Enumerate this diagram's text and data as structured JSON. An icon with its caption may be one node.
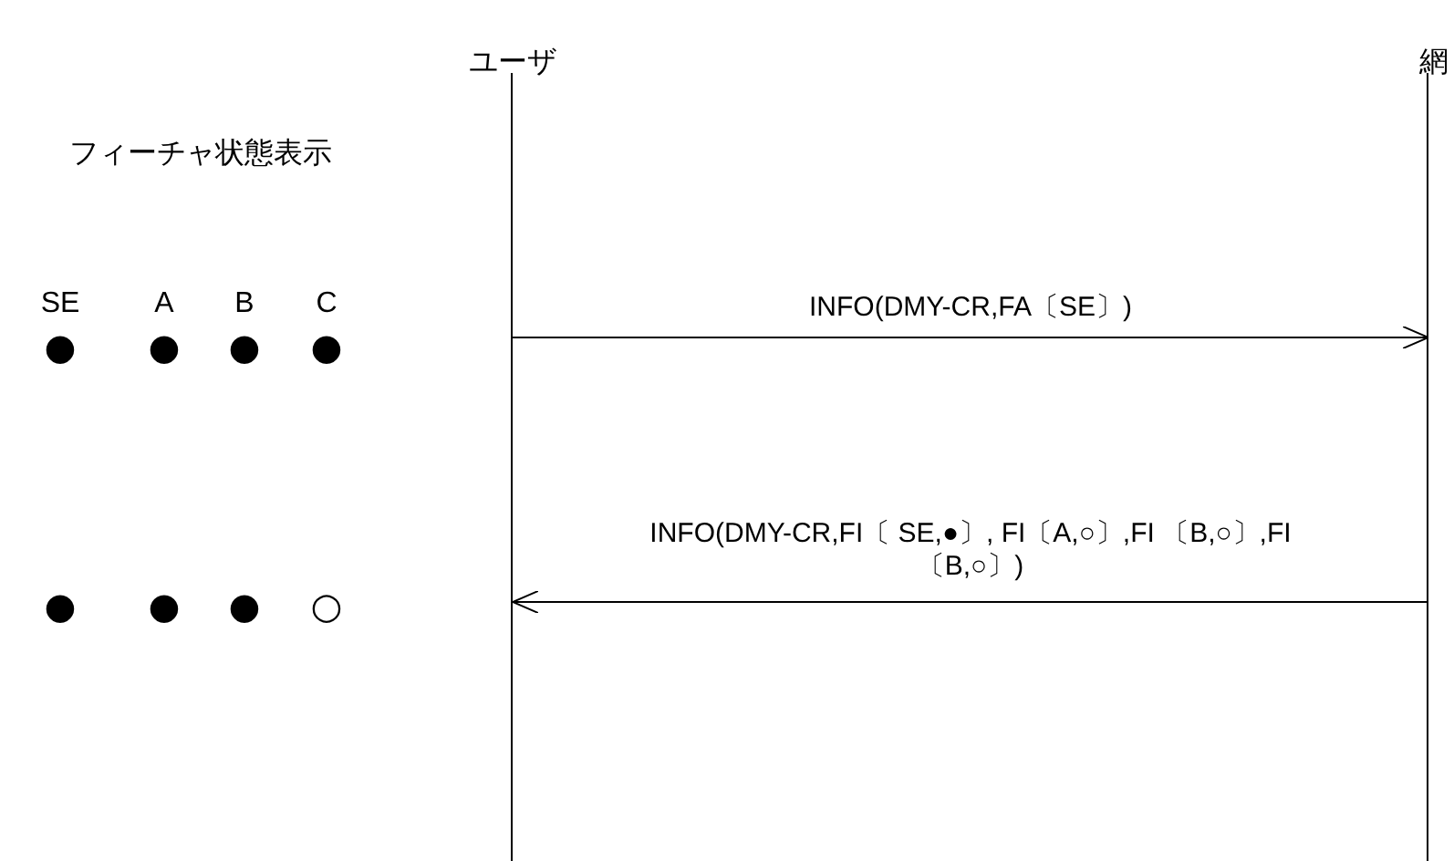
{
  "diagram": {
    "nodes": [
      {
        "text": [
          "ユーザ"
        ]
      },
      {
        "text": [
          "網"
        ]
      }
    ],
    "edges": [
      {
        "from": 0,
        "to": 1,
        "arrow": "to",
        "label": "INFO(DMY-CR,FA〔SE〕)"
      },
      {
        "from": 1,
        "to": 0,
        "arrow": "to",
        "label": "INFO(DMY-CR,FI〔 SE,●〕, FI〔A,○〕,FI 〔B,○〕,FI 〔B,○〕)"
      }
    ],
    "labels": [
      "フィーチャ状態表示",
      "SE",
      "A",
      "B",
      "C",
      "●",
      "●",
      "●",
      "●",
      "●",
      "●",
      "●",
      "○"
    ]
  }
}
